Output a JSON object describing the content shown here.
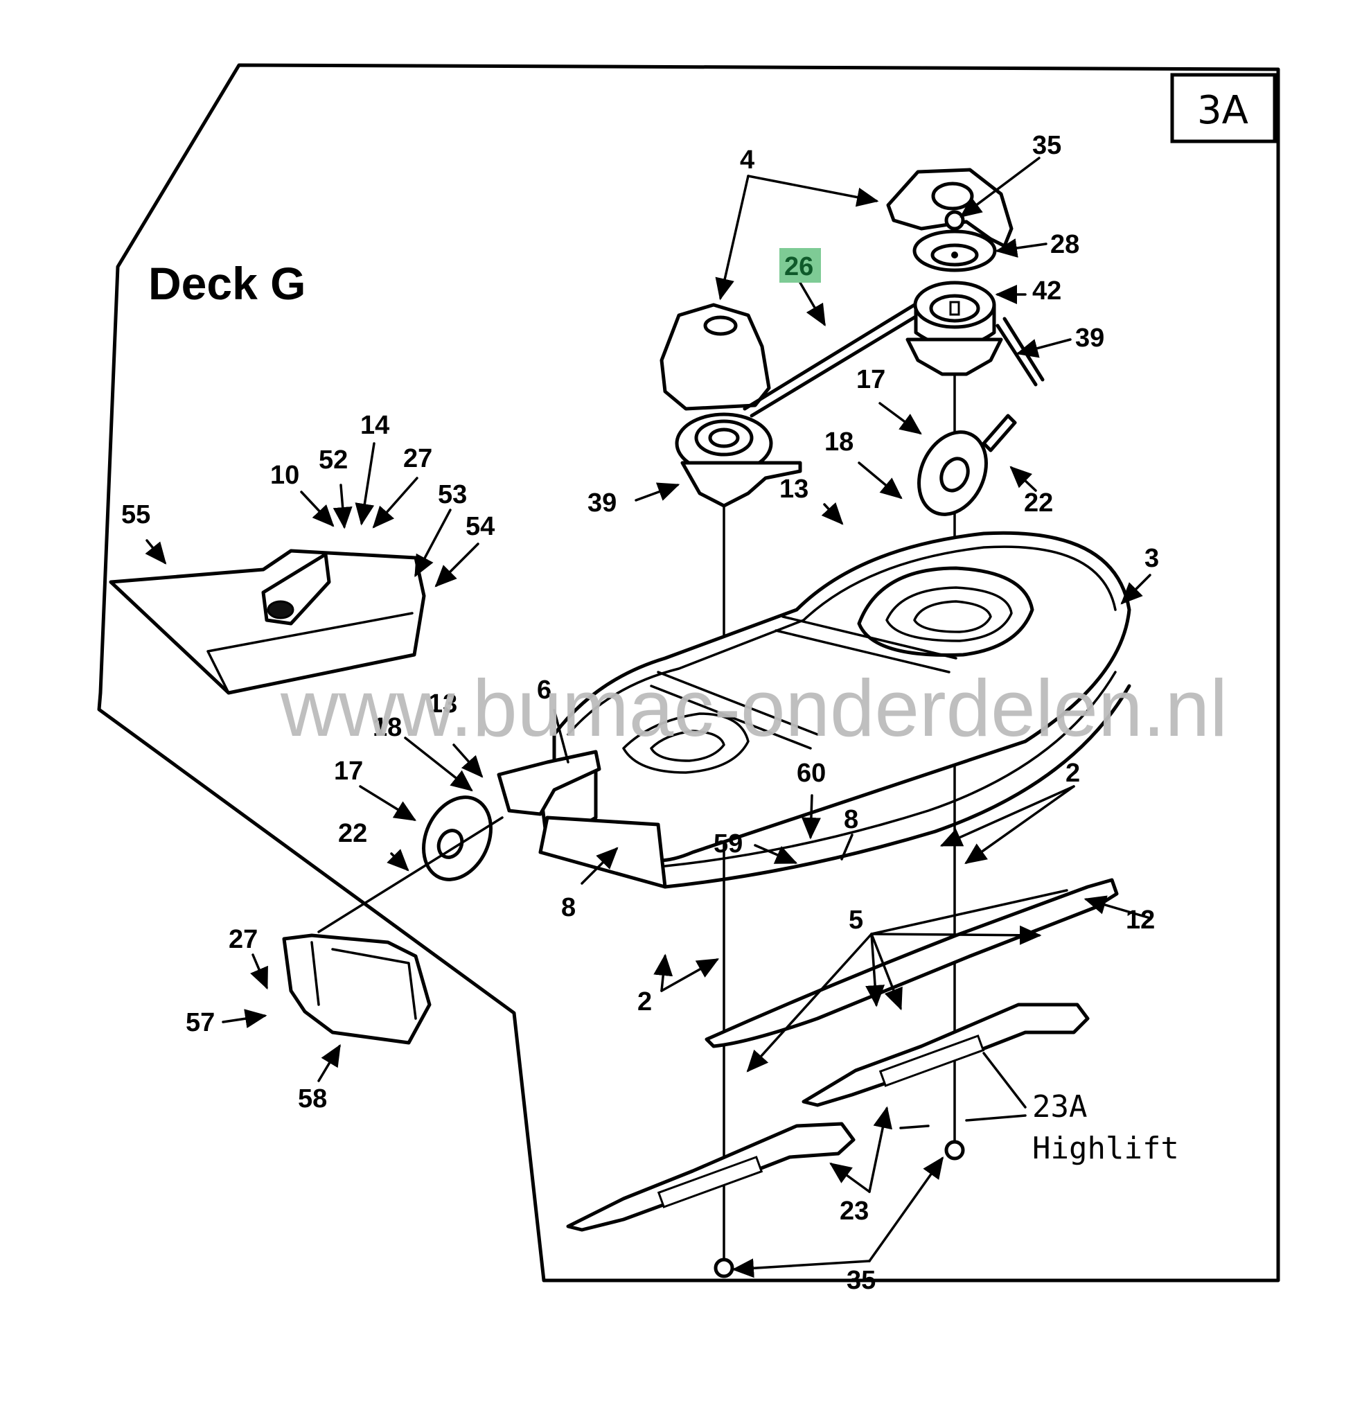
{
  "diagram": {
    "title": "Deck G",
    "figure_tag": "3A",
    "highlighted_part": "26",
    "highlight_color": "#7ecb95",
    "highlight_text_color": "#0f5a2a",
    "watermark": "www.bumac-onderdelen.nl",
    "watermark_color": "#bcbcbc",
    "note_line1": "23A",
    "note_line2": "Highlift",
    "callouts": {
      "c4": "4",
      "c35_top": "35",
      "c28": "28",
      "c26": "26",
      "c42": "42",
      "c39_right": "39",
      "c17_right": "17",
      "c18_right": "18",
      "c22_right": "22",
      "c39_left": "39",
      "c13_right": "13",
      "c3": "3",
      "c14": "14",
      "c10": "10",
      "c52": "52",
      "c27_top": "27",
      "c53": "53",
      "c55": "55",
      "c54": "54",
      "c6": "6",
      "c13_left": "13",
      "c18_left": "18",
      "c17_left": "17",
      "c22_left": "22",
      "c60": "60",
      "c2_right": "2",
      "c59": "59",
      "c8_right": "8",
      "c8_left": "8",
      "c12": "12",
      "c5": "5",
      "c27_bottom": "27",
      "c57": "57",
      "c2_bottom": "2",
      "c58": "58",
      "c23": "23",
      "c35_bottom": "35"
    }
  }
}
